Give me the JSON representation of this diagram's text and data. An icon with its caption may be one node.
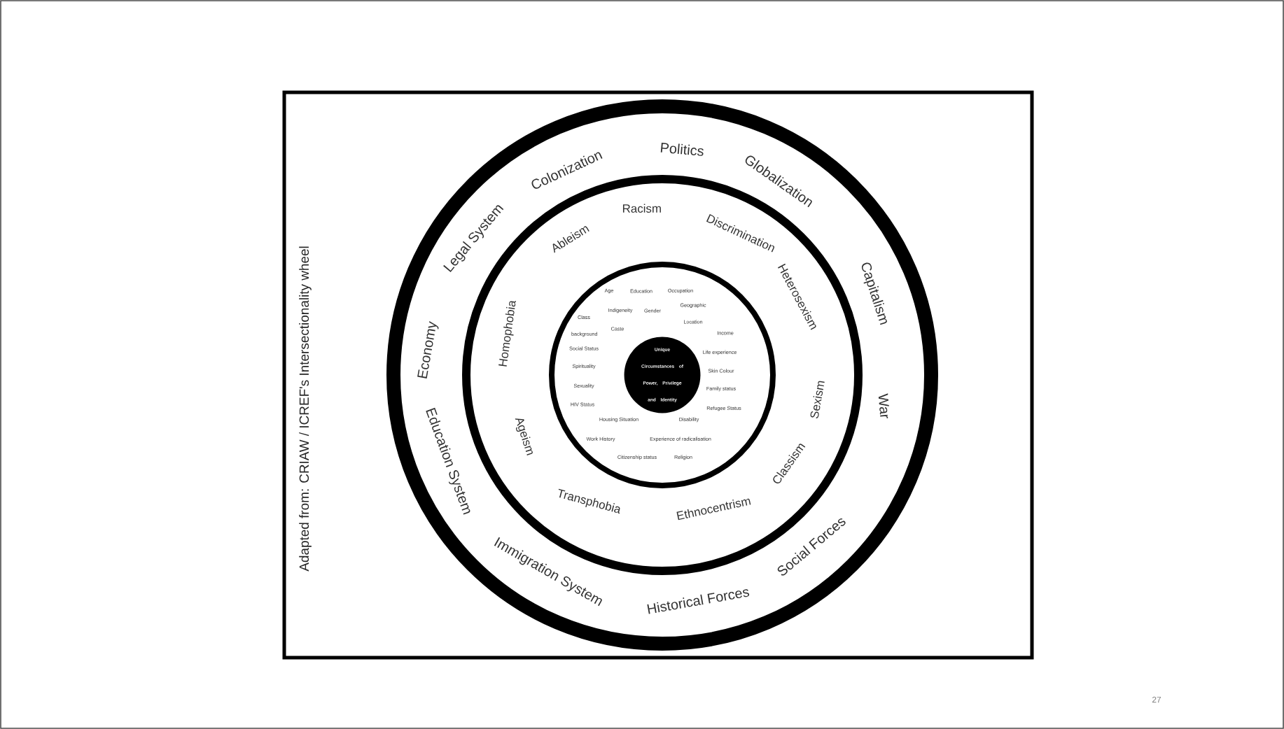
{
  "diagram": {
    "nodes": [
      {
        "text": [
          "Politics",
          "Globalization",
          "Capitalism",
          "War",
          "Social Forces",
          "Historical Forces",
          "Immigration System",
          "Education System",
          "Economy",
          "Legal System",
          "Colonization"
        ]
      },
      {
        "text": [
          "Racism",
          "Discrimination",
          "Heterosexism",
          "Sexism",
          "Classism",
          "Ethnocentrism",
          "Transphobia",
          "Ageism",
          "Homophobia",
          "Ableism"
        ],
        "in": 0
      },
      {
        "text": [
          "Age",
          "Education",
          "Occupation",
          "Indigeneity",
          "Gender",
          "Geographic Location",
          "Class background",
          "Caste",
          "Income",
          "Social Status",
          "Life experience",
          "Spirituality",
          "Skin Colour",
          "Sexuality",
          "Family status",
          "HIV Status",
          "Refugee Status",
          "Housing Situation",
          "Disability",
          "Work History",
          "Experience of radicalisation",
          "Citizenship status",
          "Religion"
        ],
        "in": 1
      },
      {
        "text": [
          "Unique Circumstances of Power, Privilege and Identity"
        ],
        "in": 2
      }
    ],
    "labels": [
      "Adapted from: CRIAW / ICREF's Intersectionality wheel",
      "27"
    ]
  }
}
